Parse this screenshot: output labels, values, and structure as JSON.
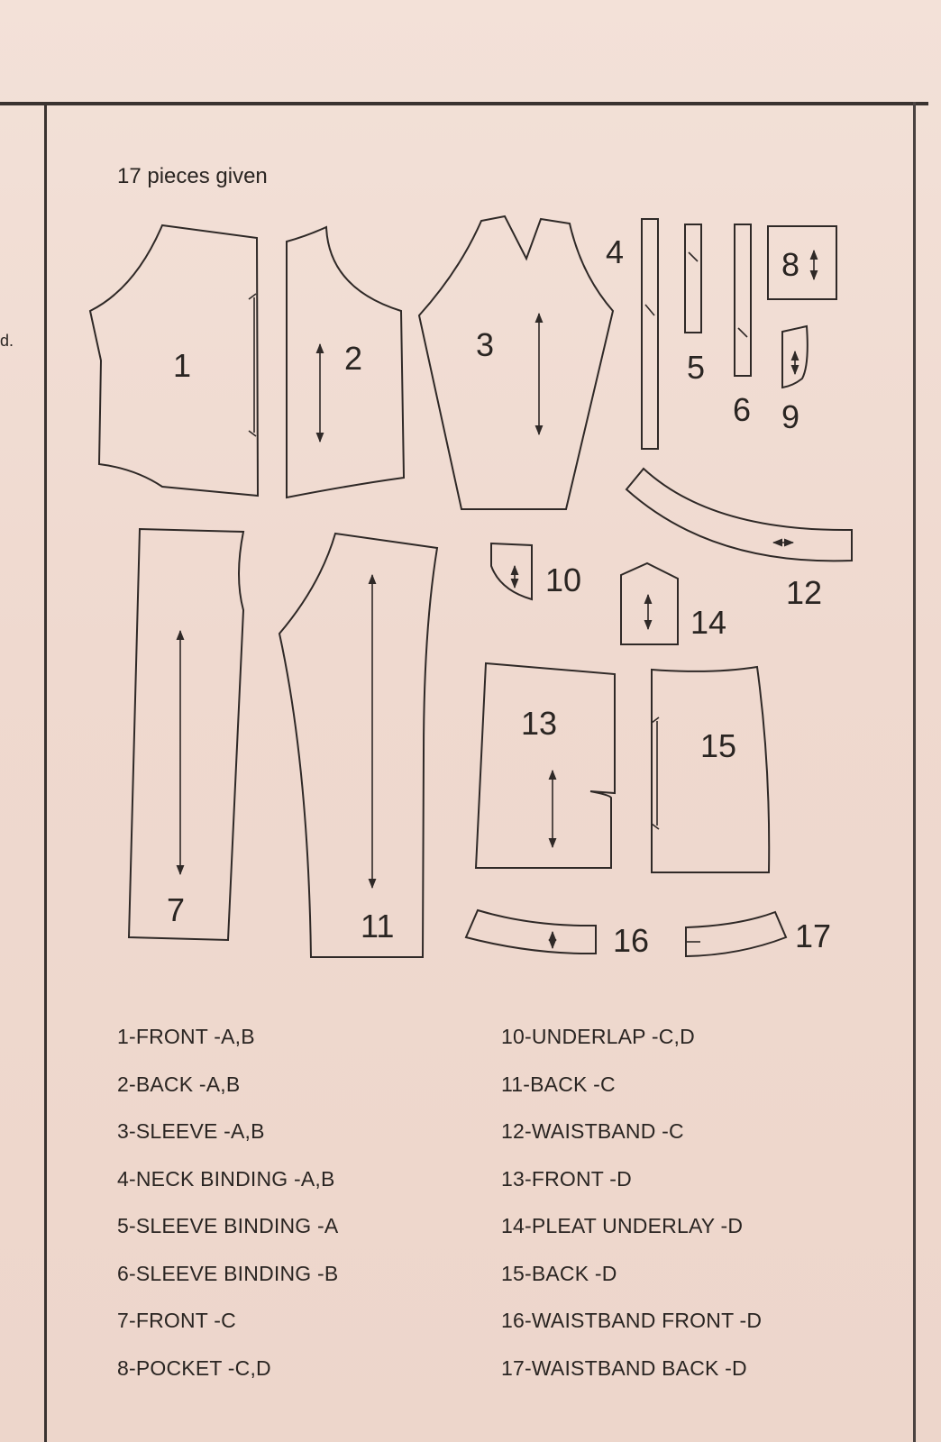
{
  "header": {
    "fragment_left": "d.",
    "pieces_given": "17 pieces given"
  },
  "pieces": [
    {
      "number": "1",
      "name": "FRONT",
      "views": "A,B",
      "label": "1-FRONT -A,B"
    },
    {
      "number": "2",
      "name": "BACK",
      "views": "A,B",
      "label": "2-BACK -A,B"
    },
    {
      "number": "3",
      "name": "SLEEVE",
      "views": "A,B",
      "label": "3-SLEEVE -A,B"
    },
    {
      "number": "4",
      "name": "NECK BINDING",
      "views": "A,B",
      "label": "4-NECK BINDING -A,B"
    },
    {
      "number": "5",
      "name": "SLEEVE BINDING",
      "views": "A",
      "label": "5-SLEEVE BINDING -A"
    },
    {
      "number": "6",
      "name": "SLEEVE BINDING",
      "views": "B",
      "label": "6-SLEEVE BINDING -B"
    },
    {
      "number": "7",
      "name": "FRONT",
      "views": "C",
      "label": "7-FRONT -C"
    },
    {
      "number": "8",
      "name": "POCKET",
      "views": "C,D",
      "label": "8-POCKET -C,D"
    },
    {
      "number": "9",
      "name": "",
      "views": "",
      "label": ""
    },
    {
      "number": "10",
      "name": "UNDERLAP",
      "views": "C,D",
      "label": "10-UNDERLAP -C,D"
    },
    {
      "number": "11",
      "name": "BACK",
      "views": "C",
      "label": "11-BACK -C"
    },
    {
      "number": "12",
      "name": "WAISTBAND",
      "views": "C",
      "label": "12-WAISTBAND -C"
    },
    {
      "number": "13",
      "name": "FRONT",
      "views": "D",
      "label": "13-FRONT -D"
    },
    {
      "number": "14",
      "name": "PLEAT UNDERLAY",
      "views": "D",
      "label": "14-PLEAT UNDERLAY -D"
    },
    {
      "number": "15",
      "name": "BACK",
      "views": "D",
      "label": "15-BACK -D"
    },
    {
      "number": "16",
      "name": "WAISTBAND FRONT",
      "views": "D",
      "label": "16-WAISTBAND FRONT -D"
    },
    {
      "number": "17",
      "name": "WAISTBAND BACK",
      "views": "D",
      "label": "17-WAISTBAND BACK -D"
    }
  ],
  "colors": {
    "paper": "#f0ddd4",
    "ink": "#2a2522"
  }
}
